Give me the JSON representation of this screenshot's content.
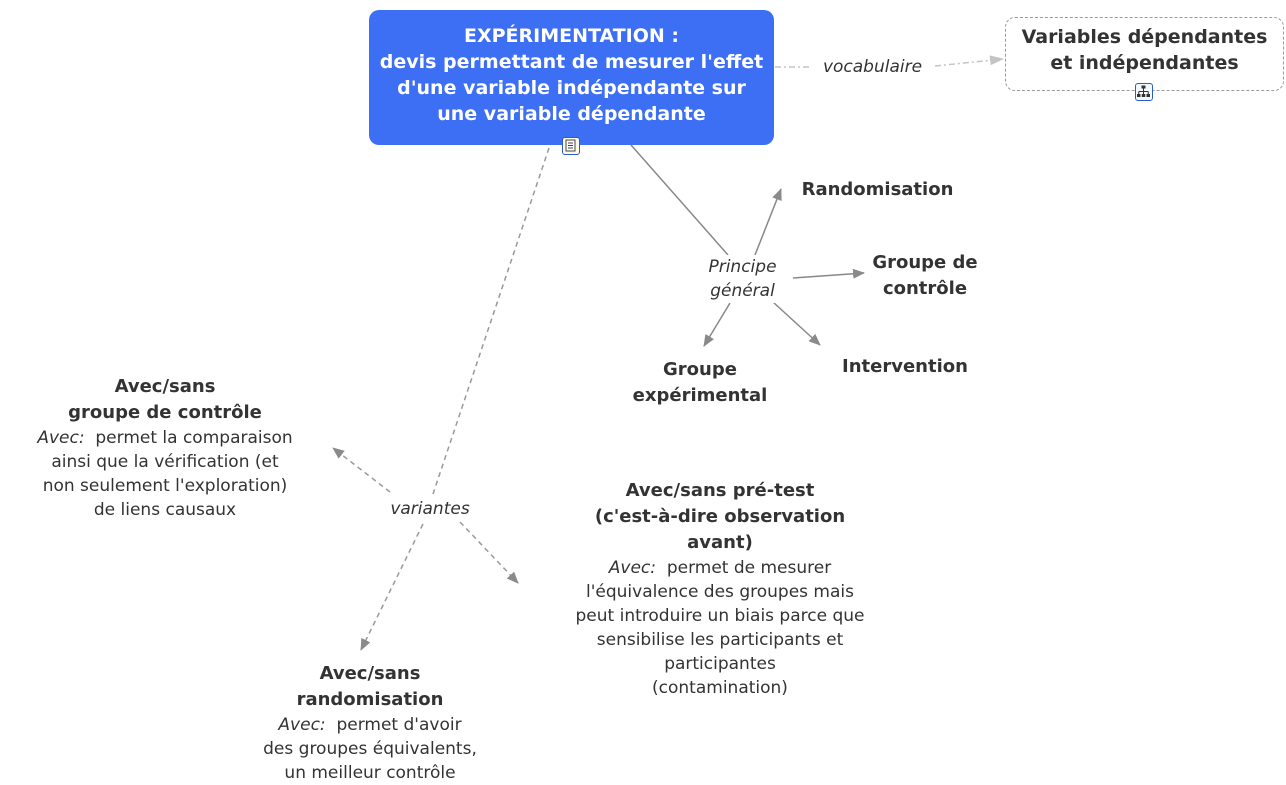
{
  "central": {
    "title": "EXPÉRIMENTATION :",
    "lines": [
      "devis permettant de mesurer l'effet",
      "d'une variable indépendante sur",
      "une variable dépendante"
    ],
    "icon": "notes-icon"
  },
  "vocab": {
    "link_label": "vocabulaire",
    "lines": [
      "Variables dépendantes",
      "et indépendantes"
    ],
    "icon": "sitemap-icon"
  },
  "principe": {
    "link_label": [
      "Principe",
      "général"
    ],
    "randomisation": "Randomisation",
    "groupe_controle": [
      "Groupe de",
      "contrôle"
    ],
    "intervention": "Intervention",
    "groupe_experimental": [
      "Groupe",
      "expérimental"
    ]
  },
  "variantes": {
    "link_label": "variantes",
    "controle": {
      "title": [
        "Avec/sans",
        "groupe de contrôle"
      ],
      "avec_label": "Avec:",
      "lines": [
        "permet la comparaison",
        "ainsi que la vérification (et",
        "non seulement l'exploration)",
        "de liens causaux"
      ]
    },
    "pretest": {
      "title": [
        "Avec/sans pré-test",
        "(c'est-à-dire observation",
        "avant)"
      ],
      "avec_label": "Avec:",
      "lines": [
        "permet de mesurer",
        "l'équivalence des groupes mais",
        "peut introduire un biais parce que",
        "sensibilise les participants et",
        "participantes",
        "(contamination)"
      ]
    },
    "randomisation": {
      "title": [
        "Avec/sans",
        "randomisation"
      ],
      "avec_label": "Avec:",
      "lines": [
        "permet d'avoir",
        "des groupes équivalents,",
        "un meilleur contrôle"
      ]
    }
  }
}
